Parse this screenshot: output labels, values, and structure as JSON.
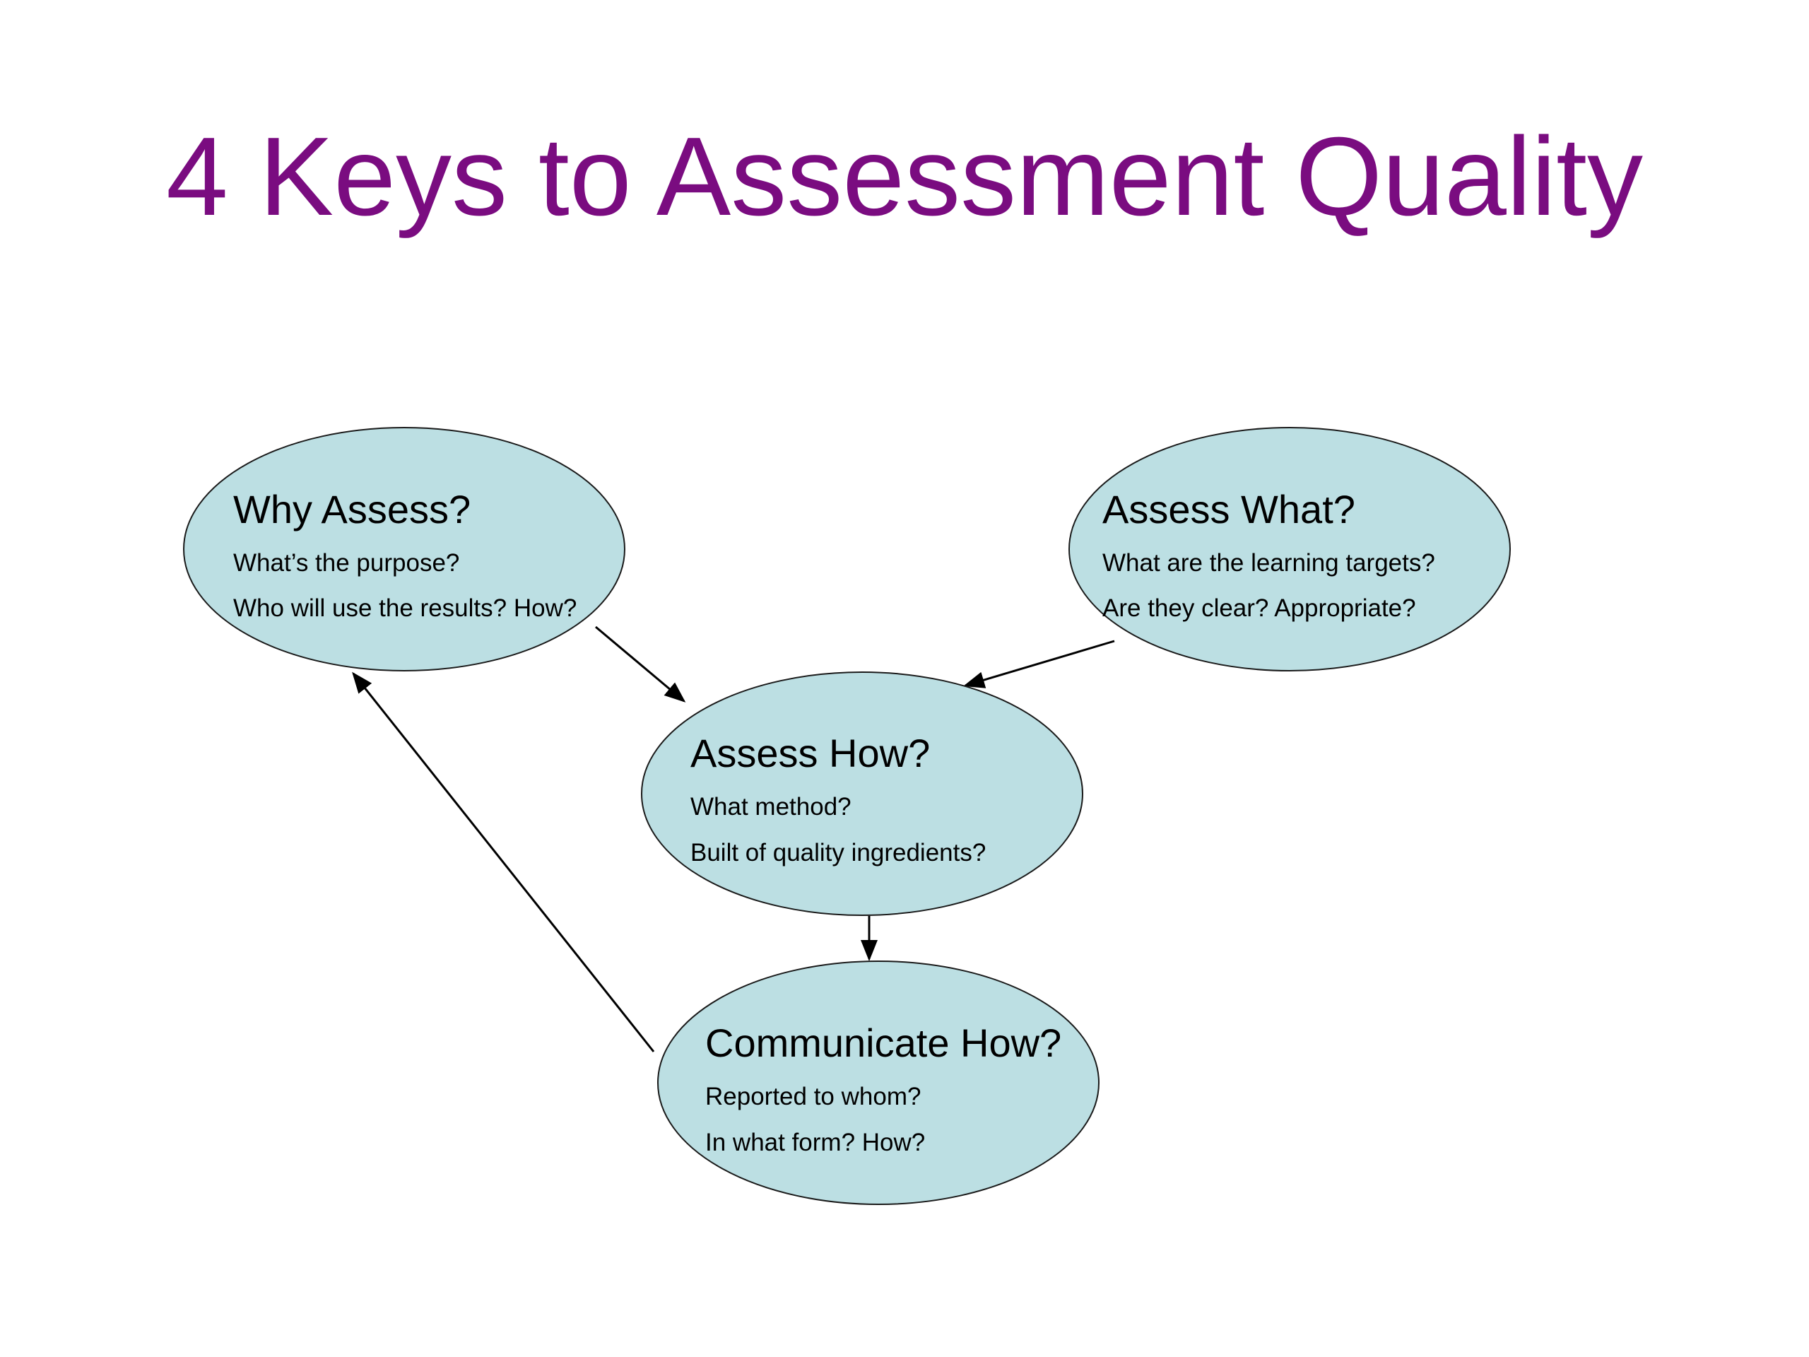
{
  "slide": {
    "title": "4 Keys to Assessment Quality",
    "title_color": "#7a0c80"
  },
  "style": {
    "node_fill": "#bcdfe3",
    "node_stroke": "#1a1a1a",
    "arrow_color": "#000000",
    "text_color": "#000000"
  },
  "nodes": [
    {
      "id": "why",
      "heading": "Why Assess?",
      "lines": [
        "What’s the purpose?",
        "Who will use the results? How?"
      ]
    },
    {
      "id": "what",
      "heading": "Assess What?",
      "lines": [
        "What are the learning targets?",
        "Are they clear? Appropriate?"
      ]
    },
    {
      "id": "how",
      "heading": "Assess How?",
      "lines": [
        "What method?",
        "Built of quality ingredients?"
      ]
    },
    {
      "id": "communicate",
      "heading": "Communicate How?",
      "lines": [
        "Reported to whom?",
        "In what form? How?"
      ]
    }
  ],
  "edges": [
    {
      "from": "why",
      "to": "how"
    },
    {
      "from": "what",
      "to": "how"
    },
    {
      "from": "how",
      "to": "communicate"
    },
    {
      "from": "communicate",
      "to": "why"
    }
  ]
}
